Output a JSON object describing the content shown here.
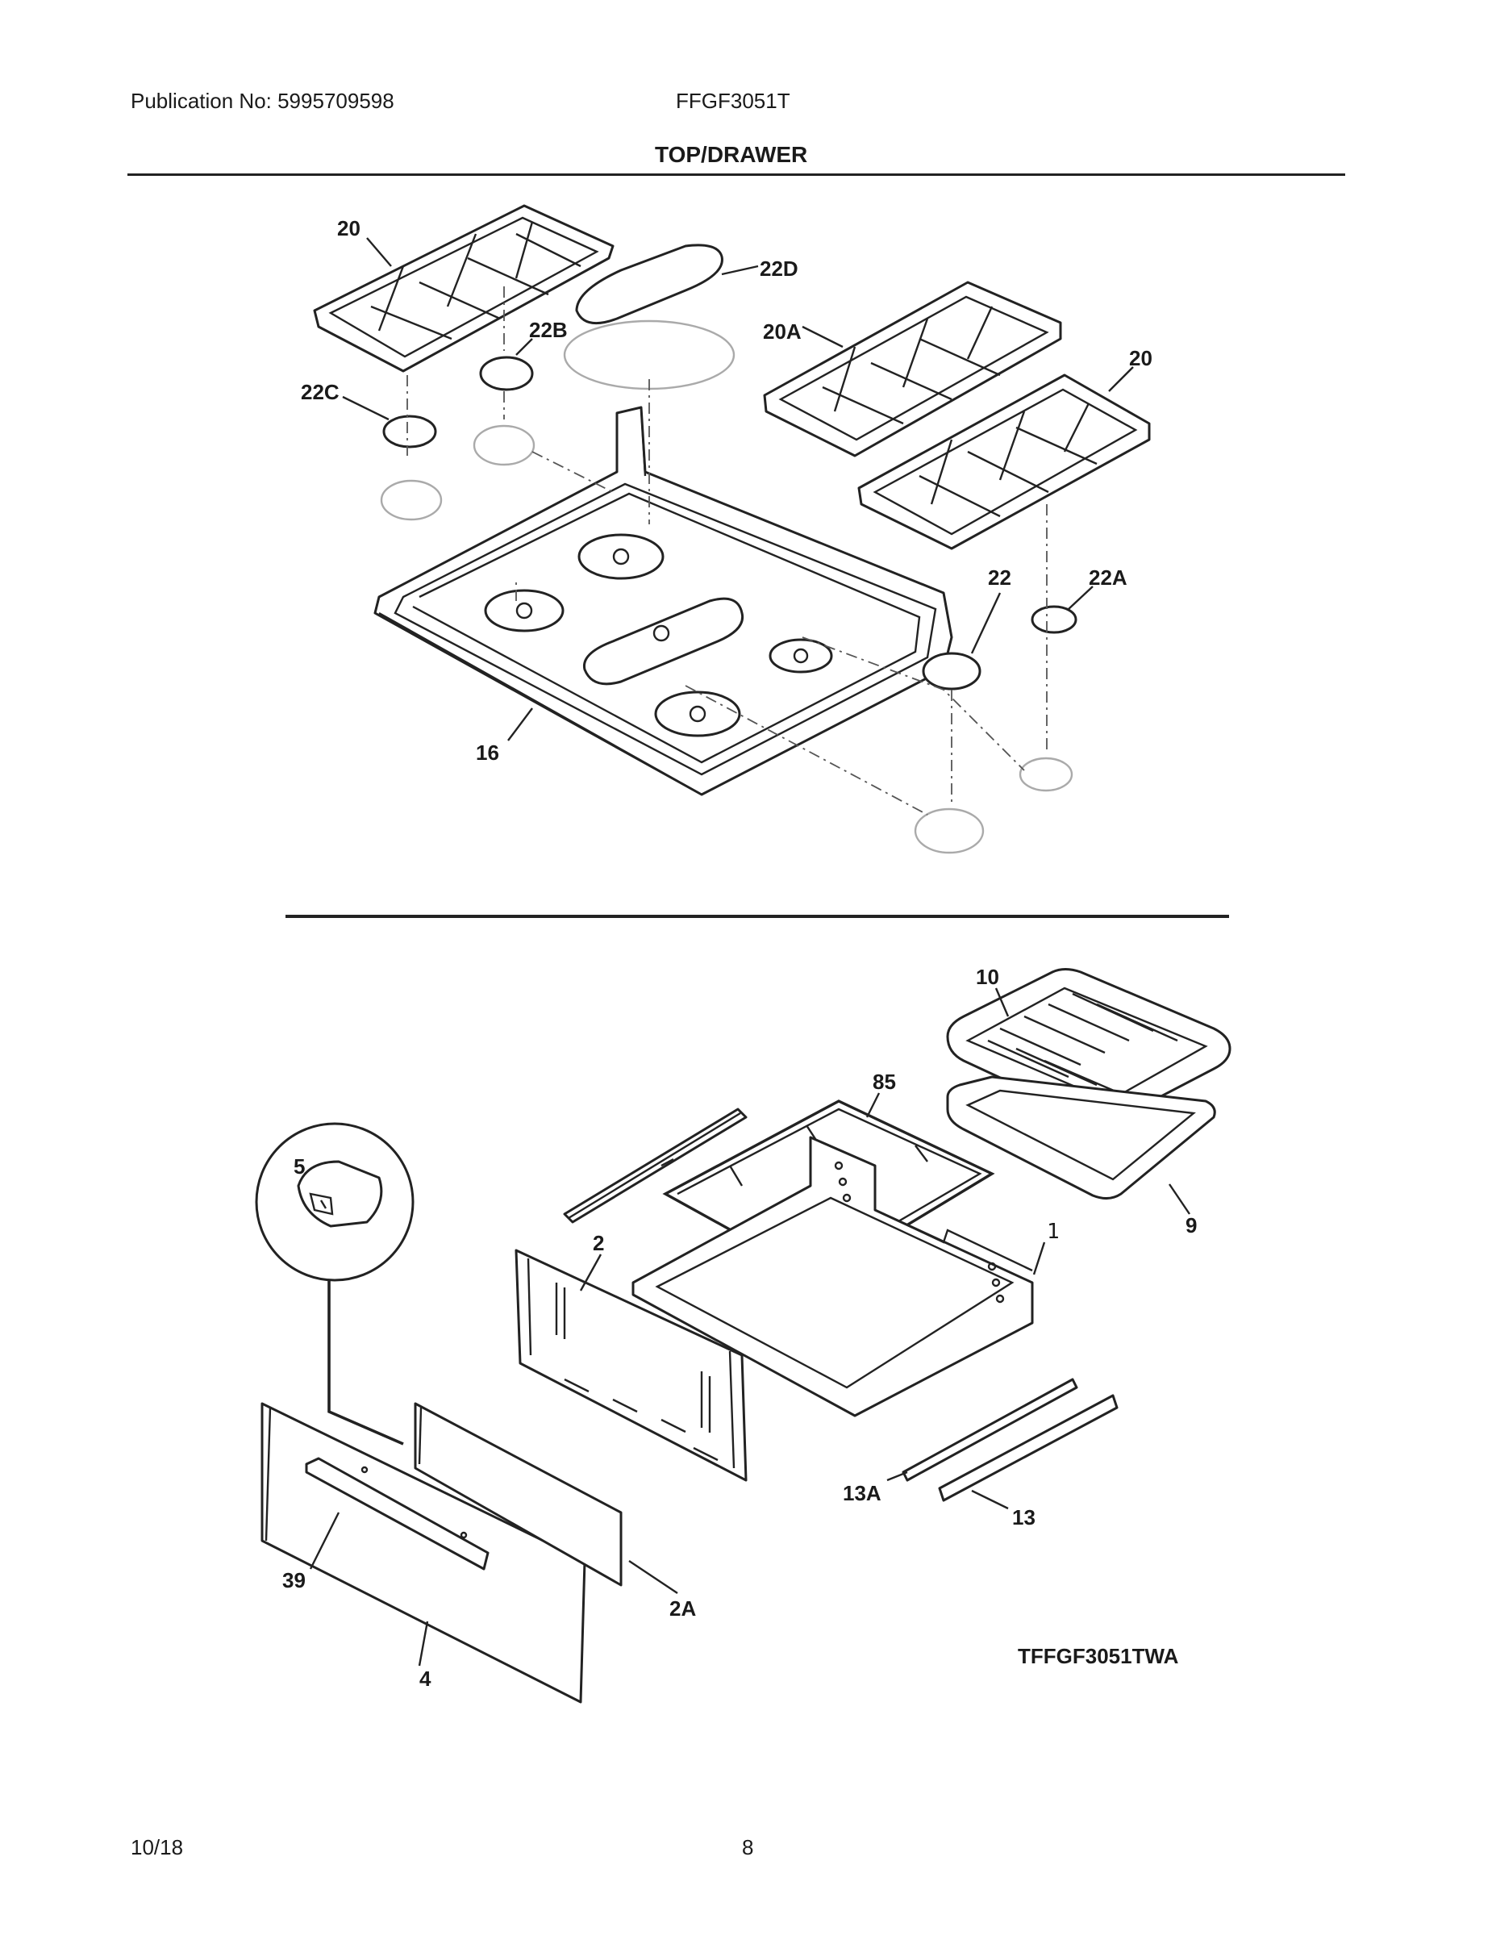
{
  "header": {
    "publication": "Publication No: 5995709598",
    "model": "FFGF3051T",
    "title": "TOP/DRAWER"
  },
  "callouts": {
    "c20_left": "20",
    "c22d": "22D",
    "c22b": "22B",
    "c20a": "20A",
    "c20_right": "20",
    "c22c": "22C",
    "c22": "22",
    "c22a": "22A",
    "c16": "16",
    "c10": "10",
    "c85": "85",
    "c5": "5",
    "c9": "9",
    "c2": "2",
    "c1": "1",
    "c13a": "13A",
    "c13": "13",
    "c39": "39",
    "c2a": "2A",
    "c4": "4"
  },
  "diagram_code": "TFFGF3051TWA",
  "footer": {
    "date": "10/18",
    "page": "8"
  }
}
